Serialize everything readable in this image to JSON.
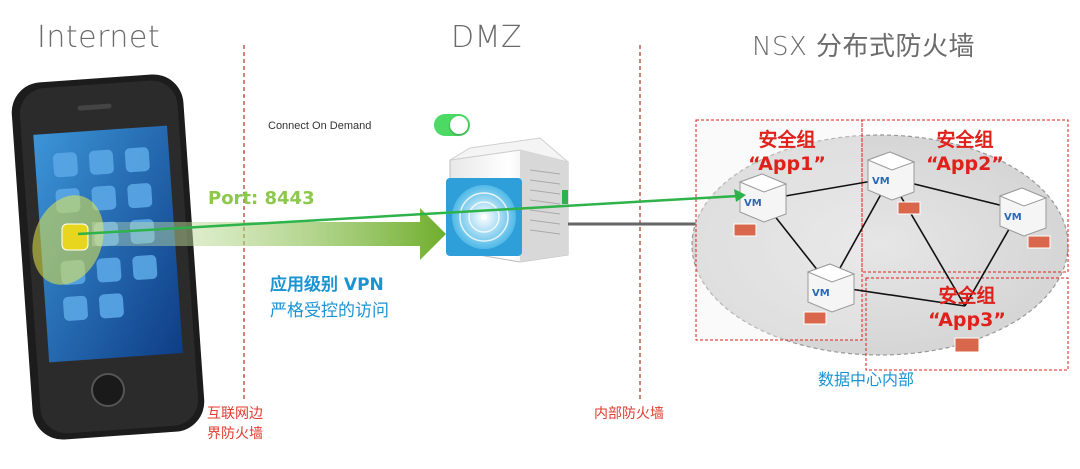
{
  "zones": {
    "internet": "Internet",
    "dmz": "DMZ",
    "nsx": "NSX 分布式防火墙"
  },
  "firewalls": {
    "perimeter_line1": "互联网边",
    "perimeter_line2": "界防火墙",
    "internal": "内部防火墙"
  },
  "connect_on_demand": "Connect On Demand",
  "port_label": "Port: 8443",
  "vpn": {
    "title": "应用级别 VPN",
    "subtitle": "严格受控的访问"
  },
  "security_groups": [
    {
      "title": "安全组",
      "name": "“App1”"
    },
    {
      "title": "安全组",
      "name": "“App2”"
    },
    {
      "title": "安全组",
      "name": "“App3”"
    }
  ],
  "datacenter_label": "数据中心内部",
  "vm_label": "VM",
  "colors": {
    "firewall_line": "#b5523d",
    "arrow_green": "#2eb24a",
    "toggle_green": "#4cd964",
    "group_red": "#e0201b",
    "text_blue": "#1b93d1"
  }
}
